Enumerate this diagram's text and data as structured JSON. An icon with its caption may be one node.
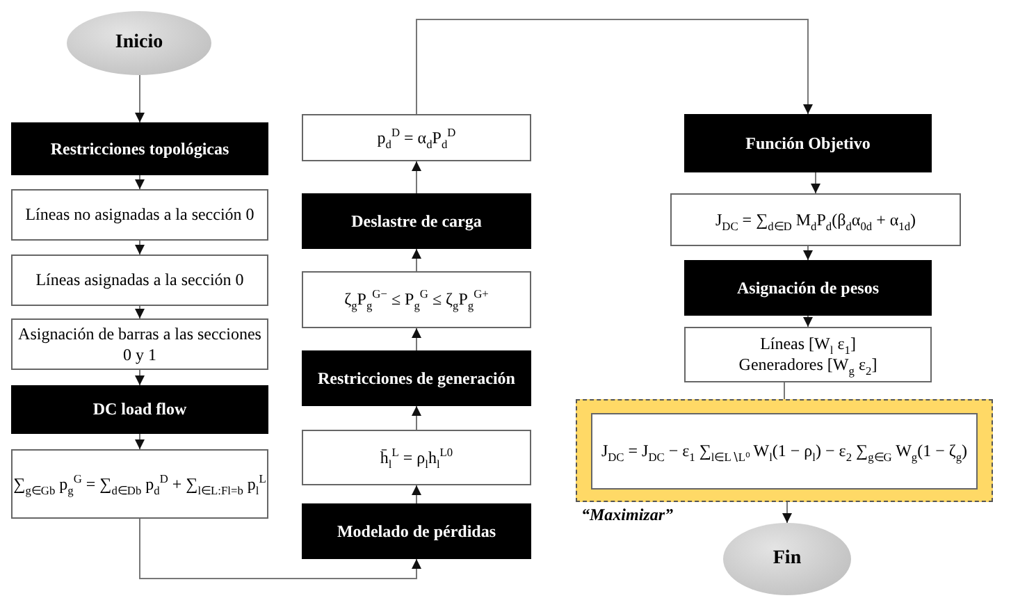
{
  "diagram": {
    "nodes": [
      {
        "text": [
          "Inicio"
        ]
      },
      {
        "text": [
          "Restricciones topológicas"
        ]
      },
      {
        "text": [
          "Líneas no asignadas a la sección 0"
        ]
      },
      {
        "text": [
          "Líneas asignadas a la sección 0"
        ]
      },
      {
        "text": [
          "Asignación de barras a las secciones 0 y 1"
        ]
      },
      {
        "text": [
          "DC load flow"
        ]
      },
      {
        "text": [
          "∑$_{g∈Gb}$ p$_{g}$$^{G}$ = ∑$_{d∈Db}$ p$_{d}$$^{D}$ + ∑$_{l∈L:Fl=b}$ p$_{l}$$^{L}$"
        ]
      },
      {
        "text": [
          "Modelado de pérdidas"
        ]
      },
      {
        "text": [
          "h̄$_{l}$$^{L}$ = ρ$_{l}$h$_{l}$$^{L0}$"
        ]
      },
      {
        "text": [
          "Restricciones de generación"
        ]
      },
      {
        "text": [
          "ζ$_{g}$P$_{g}$$^{G−}$ ≤ P$_{g}$$^{G}$ ≤ ζ$_{g}$P$_{g}$$^{G+}$"
        ]
      },
      {
        "text": [
          "Deslastre de carga"
        ]
      },
      {
        "text": [
          "p$_{d}$$^{D}$ = α$_{d}$P$_{d}$$^{D}$"
        ]
      },
      {
        "text": [
          "Función Objetivo"
        ]
      },
      {
        "text": [
          "J$_{DC}$ = ∑$_{d∈D}$ M$_{d}$P$_{d}$(β$_{d}$α$_{0d}$ + α$_{1d}$)"
        ]
      },
      {
        "text": [
          "Asignación de pesos"
        ]
      },
      {
        "text": [
          "Líneas [W$_{l}$ ε$_{1}$]",
          "Generadores [W$_{g}$ ε$_{2}$]"
        ]
      },
      {
        "text": [
          "“Maximizar”"
        ]
      },
      {
        "text": [
          "J$_{DC}$ = J$_{DC}$ − ε$_{1}$ ∑$_{l∈L∖L⁰}$ W$_{l}$(1 − ρ$_{l}$) − ε$_{2}$ ∑$_{g∈G}$ W$_{g}$(1 − ζ$_{g}$)"
        ],
        "in": 17
      },
      {
        "text": [
          "Fin"
        ]
      }
    ],
    "edges": [
      {
        "from": 0,
        "to": 1,
        "arrow": "to"
      },
      {
        "from": 1,
        "to": 2,
        "arrow": "to"
      },
      {
        "from": 2,
        "to": 3,
        "arrow": "to"
      },
      {
        "from": 3,
        "to": 4,
        "arrow": "to"
      },
      {
        "from": 4,
        "to": 5,
        "arrow": "to"
      },
      {
        "from": 5,
        "to": 6,
        "arrow": "to"
      },
      {
        "from": 6,
        "to": 7,
        "arrow": "to"
      },
      {
        "from": 7,
        "to": 8,
        "arrow": "to"
      },
      {
        "from": 8,
        "to": 9,
        "arrow": "to"
      },
      {
        "from": 9,
        "to": 10,
        "arrow": "to"
      },
      {
        "from": 10,
        "to": 11,
        "arrow": "to"
      },
      {
        "from": 11,
        "to": 12,
        "arrow": "to"
      },
      {
        "from": 12,
        "to": 13,
        "arrow": "to"
      },
      {
        "from": 13,
        "to": 14,
        "arrow": "to"
      },
      {
        "from": 14,
        "to": 15,
        "arrow": "to"
      },
      {
        "from": 15,
        "to": 16,
        "arrow": "to"
      },
      {
        "from": 16,
        "to": 18,
        "arrow": "to"
      },
      {
        "from": 18,
        "to": 19,
        "arrow": "to"
      }
    ]
  }
}
